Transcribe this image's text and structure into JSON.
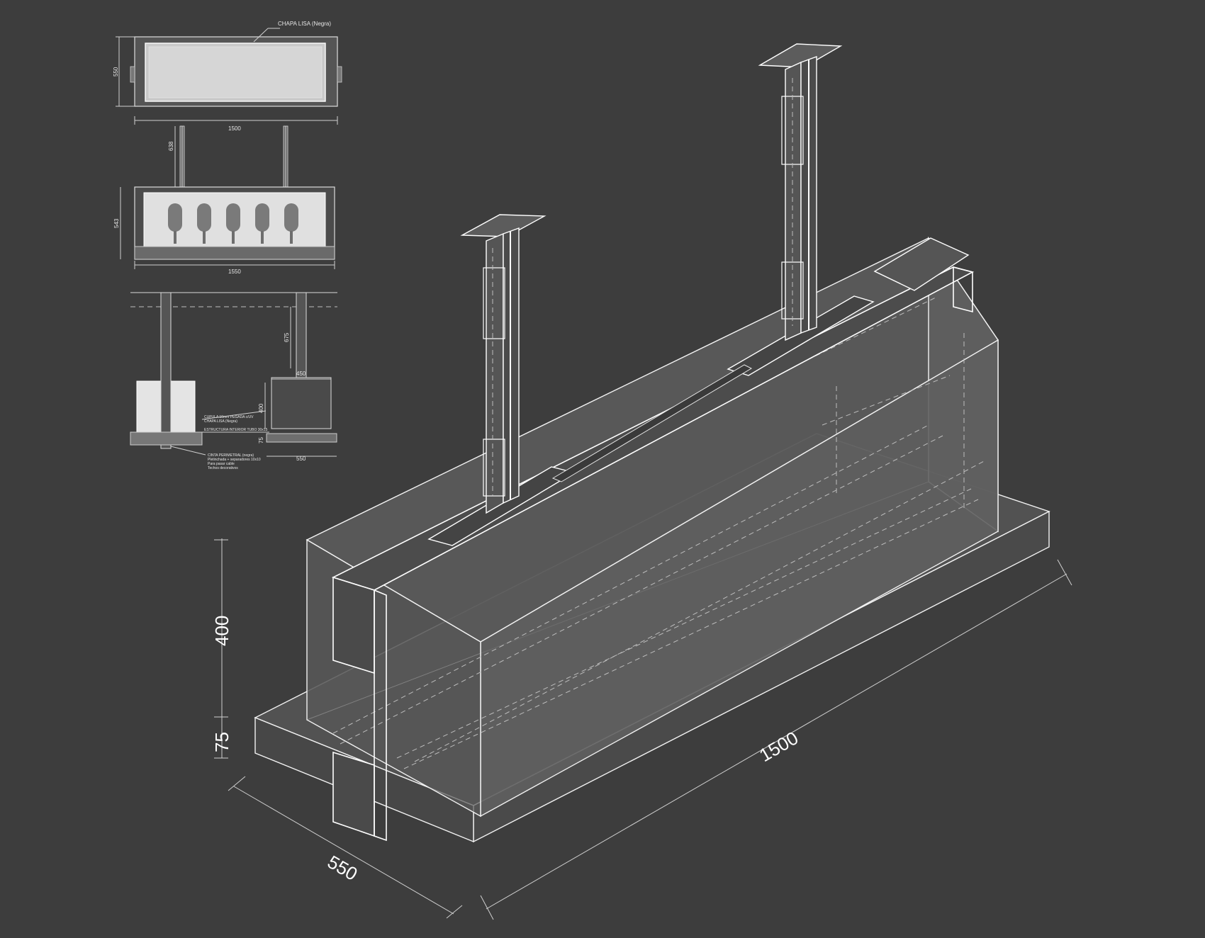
{
  "plan_view": {
    "callout": "CHAPA LISA (Negra)",
    "dim_height": "550",
    "dim_width": "1500"
  },
  "front_view": {
    "dim_hanger": "638",
    "dim_height": "543",
    "dim_width": "1550",
    "popsicle_count": 5
  },
  "section_view": {
    "dim_hanger": "675",
    "dim_top": "450",
    "dim_body": "400",
    "dim_base": "75",
    "dim_bottom": "550",
    "notes": [
      "CUPULA 10mm PEGADA c/UV",
      "CHAPA LISA (Negra)",
      "ESTRUCTURA INTERIOR TUBO 30x15"
    ],
    "bottom_notes": [
      "CINTA PERIMETRAL (negra)",
      "Pletinchada + separadores 10x10",
      "Para pasar cable",
      "Techos decorativos"
    ]
  },
  "isometric_view": {
    "dim_body": "400",
    "dim_base": "75",
    "dim_depth": "550",
    "dim_length": "1500"
  },
  "colors": {
    "background": "#3d3d3d",
    "lines": "#f2f2f2",
    "panel_fill": "#7a7a7a",
    "light_panel": "#cfcfcf"
  }
}
